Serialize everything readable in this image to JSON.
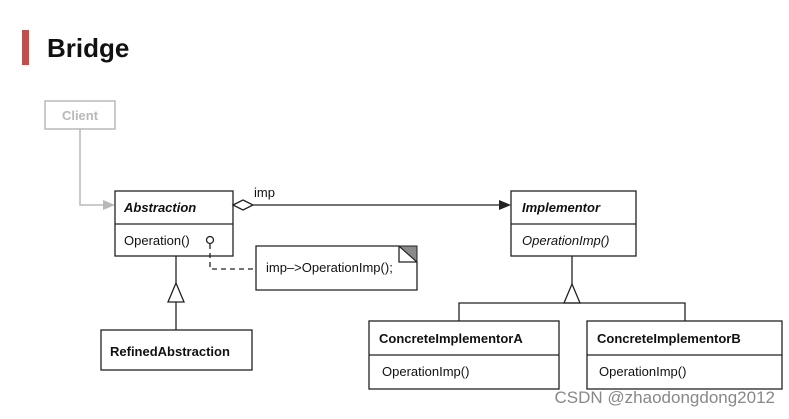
{
  "title": "Bridge",
  "client": {
    "label": "Client"
  },
  "abstraction": {
    "name": "Abstraction",
    "operation": "Operation()"
  },
  "implementor": {
    "name": "Implementor",
    "operation": "OperationImp()"
  },
  "association_label": "imp",
  "note": {
    "text": "imp–>OperationImp();"
  },
  "refined_abstraction": {
    "name": "RefinedAbstraction"
  },
  "concrete_a": {
    "name": "ConcreteImplementorA",
    "operation": "OperationImp()"
  },
  "concrete_b": {
    "name": "ConcreteImplementorB",
    "operation": "OperationImp()"
  },
  "watermark": "CSDN @zhaodongdong2012",
  "colors": {
    "accent": "#c0504d",
    "line": "#222222",
    "faded": "#b8b8b8"
  }
}
